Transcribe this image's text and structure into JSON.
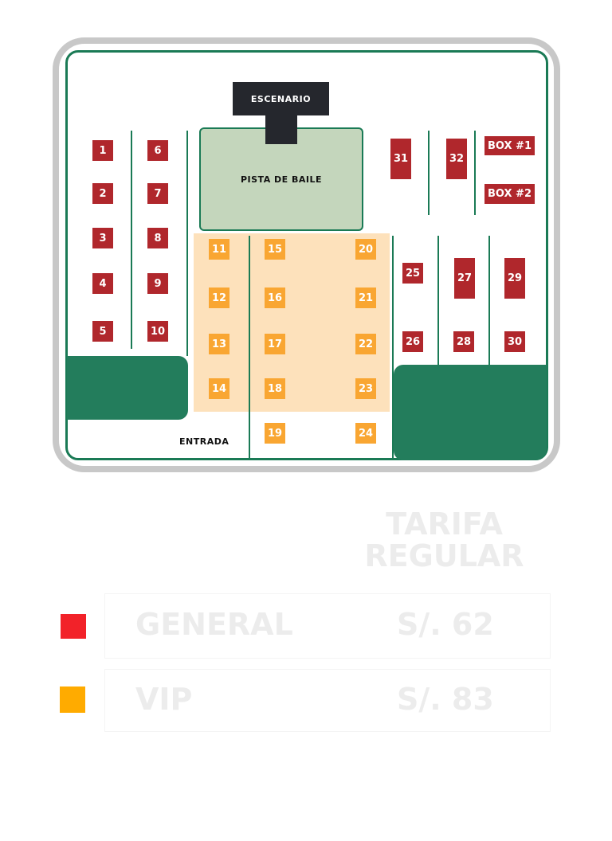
{
  "map": {
    "stage": "ESCENARIO",
    "dance_floor": "PISTA DE BAILE",
    "entrance": "ENTRADA",
    "general_seats": [
      "1",
      "2",
      "3",
      "4",
      "5",
      "6",
      "7",
      "8",
      "9",
      "10",
      "25",
      "26",
      "27",
      "28",
      "29",
      "30",
      "31",
      "32",
      "BOX #1",
      "BOX #2"
    ],
    "vip_seats": [
      "11",
      "12",
      "13",
      "14",
      "15",
      "16",
      "17",
      "18",
      "19",
      "20",
      "21",
      "22",
      "23",
      "24"
    ]
  },
  "legend": {
    "header": [
      "TARIFA",
      "REGULAR"
    ],
    "rows": [
      {
        "zone": "GENERAL",
        "price": "S/. 62",
        "color": "#f22229"
      },
      {
        "zone": "VIP",
        "price": "S/. 83",
        "color": "#ffab00"
      }
    ]
  }
}
